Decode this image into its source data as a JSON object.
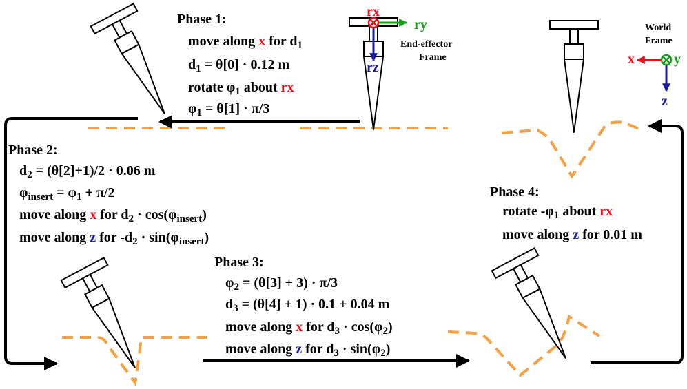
{
  "colors": {
    "red": "#e8101a",
    "blue": "#1a1aa8",
    "green": "#1a9a1a",
    "orange": "#f5a043",
    "black": "#000000"
  },
  "phase1": {
    "title": "Phase 1:",
    "l1_pre": "move along ",
    "l1_axis": "x",
    "l1_post": " for d",
    "l1_sub": "1",
    "l2_pre": "d",
    "l2_sub": "1",
    "l2_post": " = θ[0] · 0.12 m",
    "l3_pre": "rotate φ",
    "l3_sub": "1",
    "l3_mid": " about ",
    "l3_axis": "rx",
    "l4_pre": "φ",
    "l4_sub": "1",
    "l4_post": " = θ[1] · π/3"
  },
  "phase2": {
    "title": "Phase 2:",
    "l1_pre": "d",
    "l1_sub": "2",
    "l1_post": " = (θ[2]+1)/2 · 0.06 m",
    "l2_pre": "φ",
    "l2_sub": "insert",
    "l2_mid": " = φ",
    "l2_sub2": "1",
    "l2_post": " + π/2",
    "l3_pre": "move along ",
    "l3_axis": "x",
    "l3_mid": " for d",
    "l3_sub": "2",
    "l3_mid2": " · cos(φ",
    "l3_sub2": "insert",
    "l3_post": ")",
    "l4_pre": "move along ",
    "l4_axis": "z",
    "l4_mid": " for -d",
    "l4_sub": "2",
    "l4_mid2": " · sin(φ",
    "l4_sub2": "insert",
    "l4_post": ")"
  },
  "phase3": {
    "title": "Phase 3:",
    "l1_pre": "φ",
    "l1_sub": "2",
    "l1_post": " = (θ[3] + 3) · π/3",
    "l2_pre": "d",
    "l2_sub": "3",
    "l2_post": " = (θ[4] + 1) · 0.1 + 0.04 m",
    "l3_pre": "move along ",
    "l3_axis": "x",
    "l3_mid": " for  d",
    "l3_sub": "3",
    "l3_mid2": " · cos(φ",
    "l3_sub2": "2",
    "l3_post": ")",
    "l4_pre": "move along ",
    "l4_axis": "z",
    "l4_mid": " for  d",
    "l4_sub": "3",
    "l4_mid2": " · sin(φ",
    "l4_sub2": "2",
    "l4_post": ")"
  },
  "phase4": {
    "title": "Phase 4:",
    "l1_pre": "rotate -φ",
    "l1_sub": "1",
    "l1_mid": " about ",
    "l1_axis": "rx",
    "l2_pre": "move along ",
    "l2_axis": "z",
    "l2_post": " for  0.01 m"
  },
  "ee_frame": {
    "rx": "rx",
    "ry": "ry",
    "rz": "rz",
    "caption1": "End-effector",
    "caption2": "Frame"
  },
  "world_frame": {
    "caption1": "World",
    "caption2": "Frame",
    "x": "x",
    "y": "y",
    "z": "z"
  }
}
